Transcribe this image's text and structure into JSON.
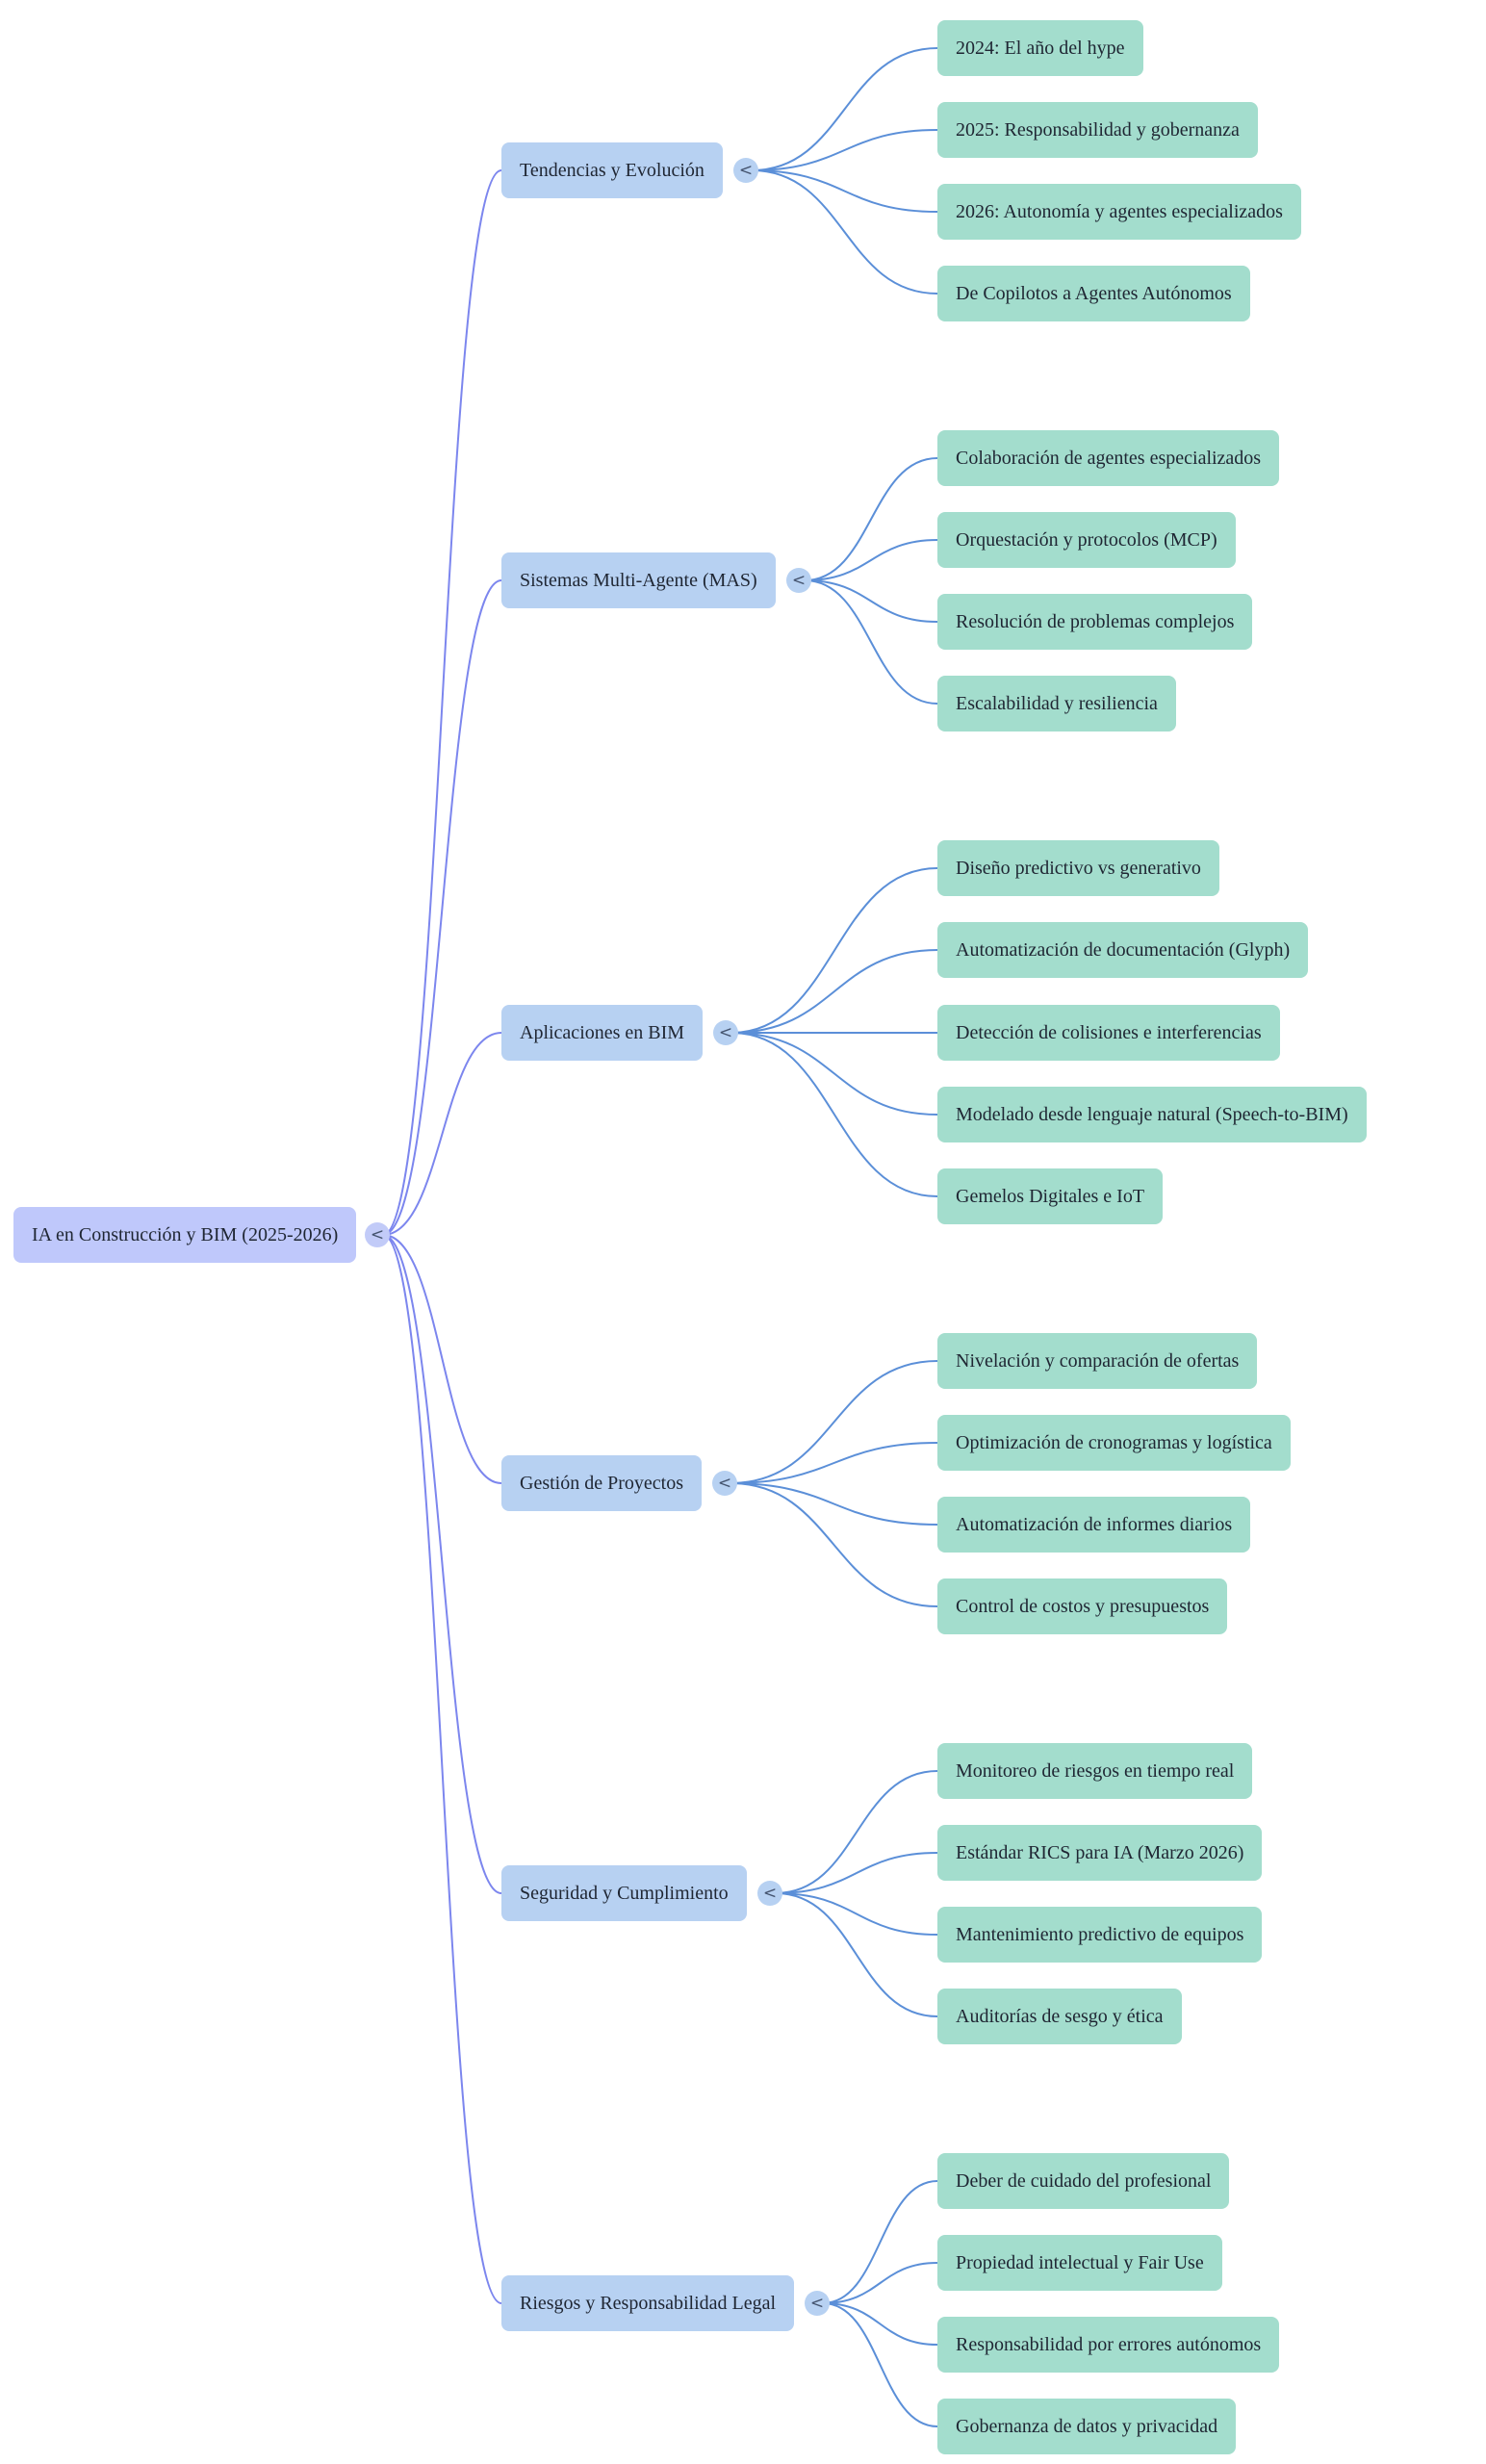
{
  "root": {
    "label": "IA en Construcción y BIM (2025-2026)",
    "toggle": "<"
  },
  "branches": [
    {
      "label": "Tendencias y Evolución",
      "toggle": "<",
      "children": [
        "2024: El año del hype",
        "2025: Responsabilidad y gobernanza",
        "2026: Autonomía y agentes especializados",
        "De Copilotos a Agentes Autónomos"
      ]
    },
    {
      "label": "Sistemas Multi-Agente (MAS)",
      "toggle": "<",
      "children": [
        "Colaboración de agentes especializados",
        "Orquestación y protocolos (MCP)",
        "Resolución de problemas complejos",
        "Escalabilidad y resiliencia"
      ]
    },
    {
      "label": "Aplicaciones en BIM",
      "toggle": "<",
      "children": [
        "Diseño predictivo vs generativo",
        "Automatización de documentación (Glyph)",
        "Detección de colisiones e interferencias",
        "Modelado desde lenguaje natural (Speech-to-BIM)",
        "Gemelos Digitales e IoT"
      ]
    },
    {
      "label": "Gestión de Proyectos",
      "toggle": "<",
      "children": [
        "Nivelación y comparación de ofertas",
        "Optimización de cronogramas y logística",
        "Automatización de informes diarios",
        "Control de costos y presupuestos"
      ]
    },
    {
      "label": "Seguridad y Cumplimiento",
      "toggle": "<",
      "children": [
        "Monitoreo de riesgos en tiempo real",
        "Estándar RICS para IA (Marzo 2026)",
        "Mantenimiento predictivo de equipos",
        "Auditorías de sesgo y ética"
      ]
    },
    {
      "label": "Riesgos y Responsabilidad Legal",
      "toggle": "<",
      "children": [
        "Deber de cuidado del profesional",
        "Propiedad intelectual y Fair Use",
        "Responsabilidad por errores autónomos",
        "Gobernanza de datos y privacidad"
      ]
    }
  ],
  "colors": {
    "root_fill": "#bfc8fb",
    "branch_fill": "#b7d1f2",
    "leaf_fill": "#a3ddcd",
    "root_edge": "#7c86ee",
    "branch_edge": "#5b8fd8"
  }
}
